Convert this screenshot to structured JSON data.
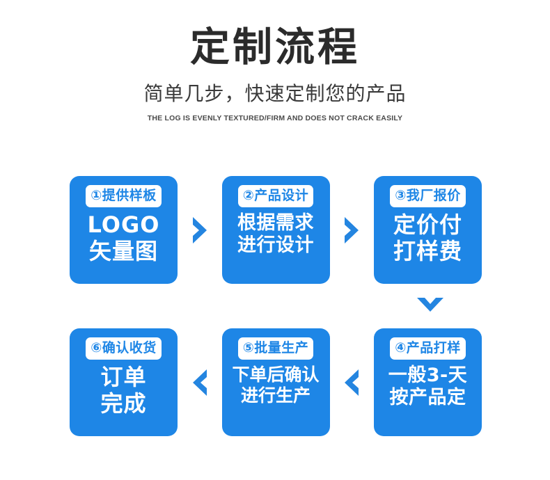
{
  "header": {
    "title": "定制流程",
    "subtitle": "简单几步，快速定制您的产品",
    "eyebrow": "THE LOG IS EVENLY TEXTURED/FIRM AND DOES NOT CRACK EASILY"
  },
  "colors": {
    "card_blue": "#1e86e6",
    "arrow_blue": "#2485e0",
    "badge_bg": "#ffffff",
    "badge_text": "#1e86e6",
    "title_text": "#2b2b2b",
    "body_text": "#ffffff",
    "page_bg": "#ffffff"
  },
  "flow": {
    "steps": [
      {
        "index": "1",
        "badge": "①提供样板",
        "line1": "LOGO",
        "line2": "矢量图",
        "size": "lg"
      },
      {
        "index": "2",
        "badge": "②产品设计",
        "line1": "根据需求",
        "line2": "进行设计",
        "size": "md"
      },
      {
        "index": "3",
        "badge": "③我厂报价",
        "line1": "定价付",
        "line2": "打样费",
        "size": "lg"
      },
      {
        "index": "4",
        "badge": "④产品打样",
        "line1": "一般3-天",
        "line2": "按产品定",
        "size": "md"
      },
      {
        "index": "5",
        "badge": "⑤批量生产",
        "line1": "下单后确认",
        "line2": "进行生产",
        "size": "sm"
      },
      {
        "index": "6",
        "badge": "⑥确认收货",
        "line1": "订单",
        "line2": "完成",
        "size": "lg"
      }
    ],
    "connectors": [
      {
        "name": "chevron-right-icon",
        "between": "1-2",
        "direction": "right"
      },
      {
        "name": "chevron-right-icon",
        "between": "2-3",
        "direction": "right"
      },
      {
        "name": "chevron-down-icon",
        "between": "3-4",
        "direction": "down"
      },
      {
        "name": "chevron-left-icon",
        "between": "4-5",
        "direction": "left"
      },
      {
        "name": "chevron-left-icon",
        "between": "5-6",
        "direction": "left"
      }
    ]
  }
}
